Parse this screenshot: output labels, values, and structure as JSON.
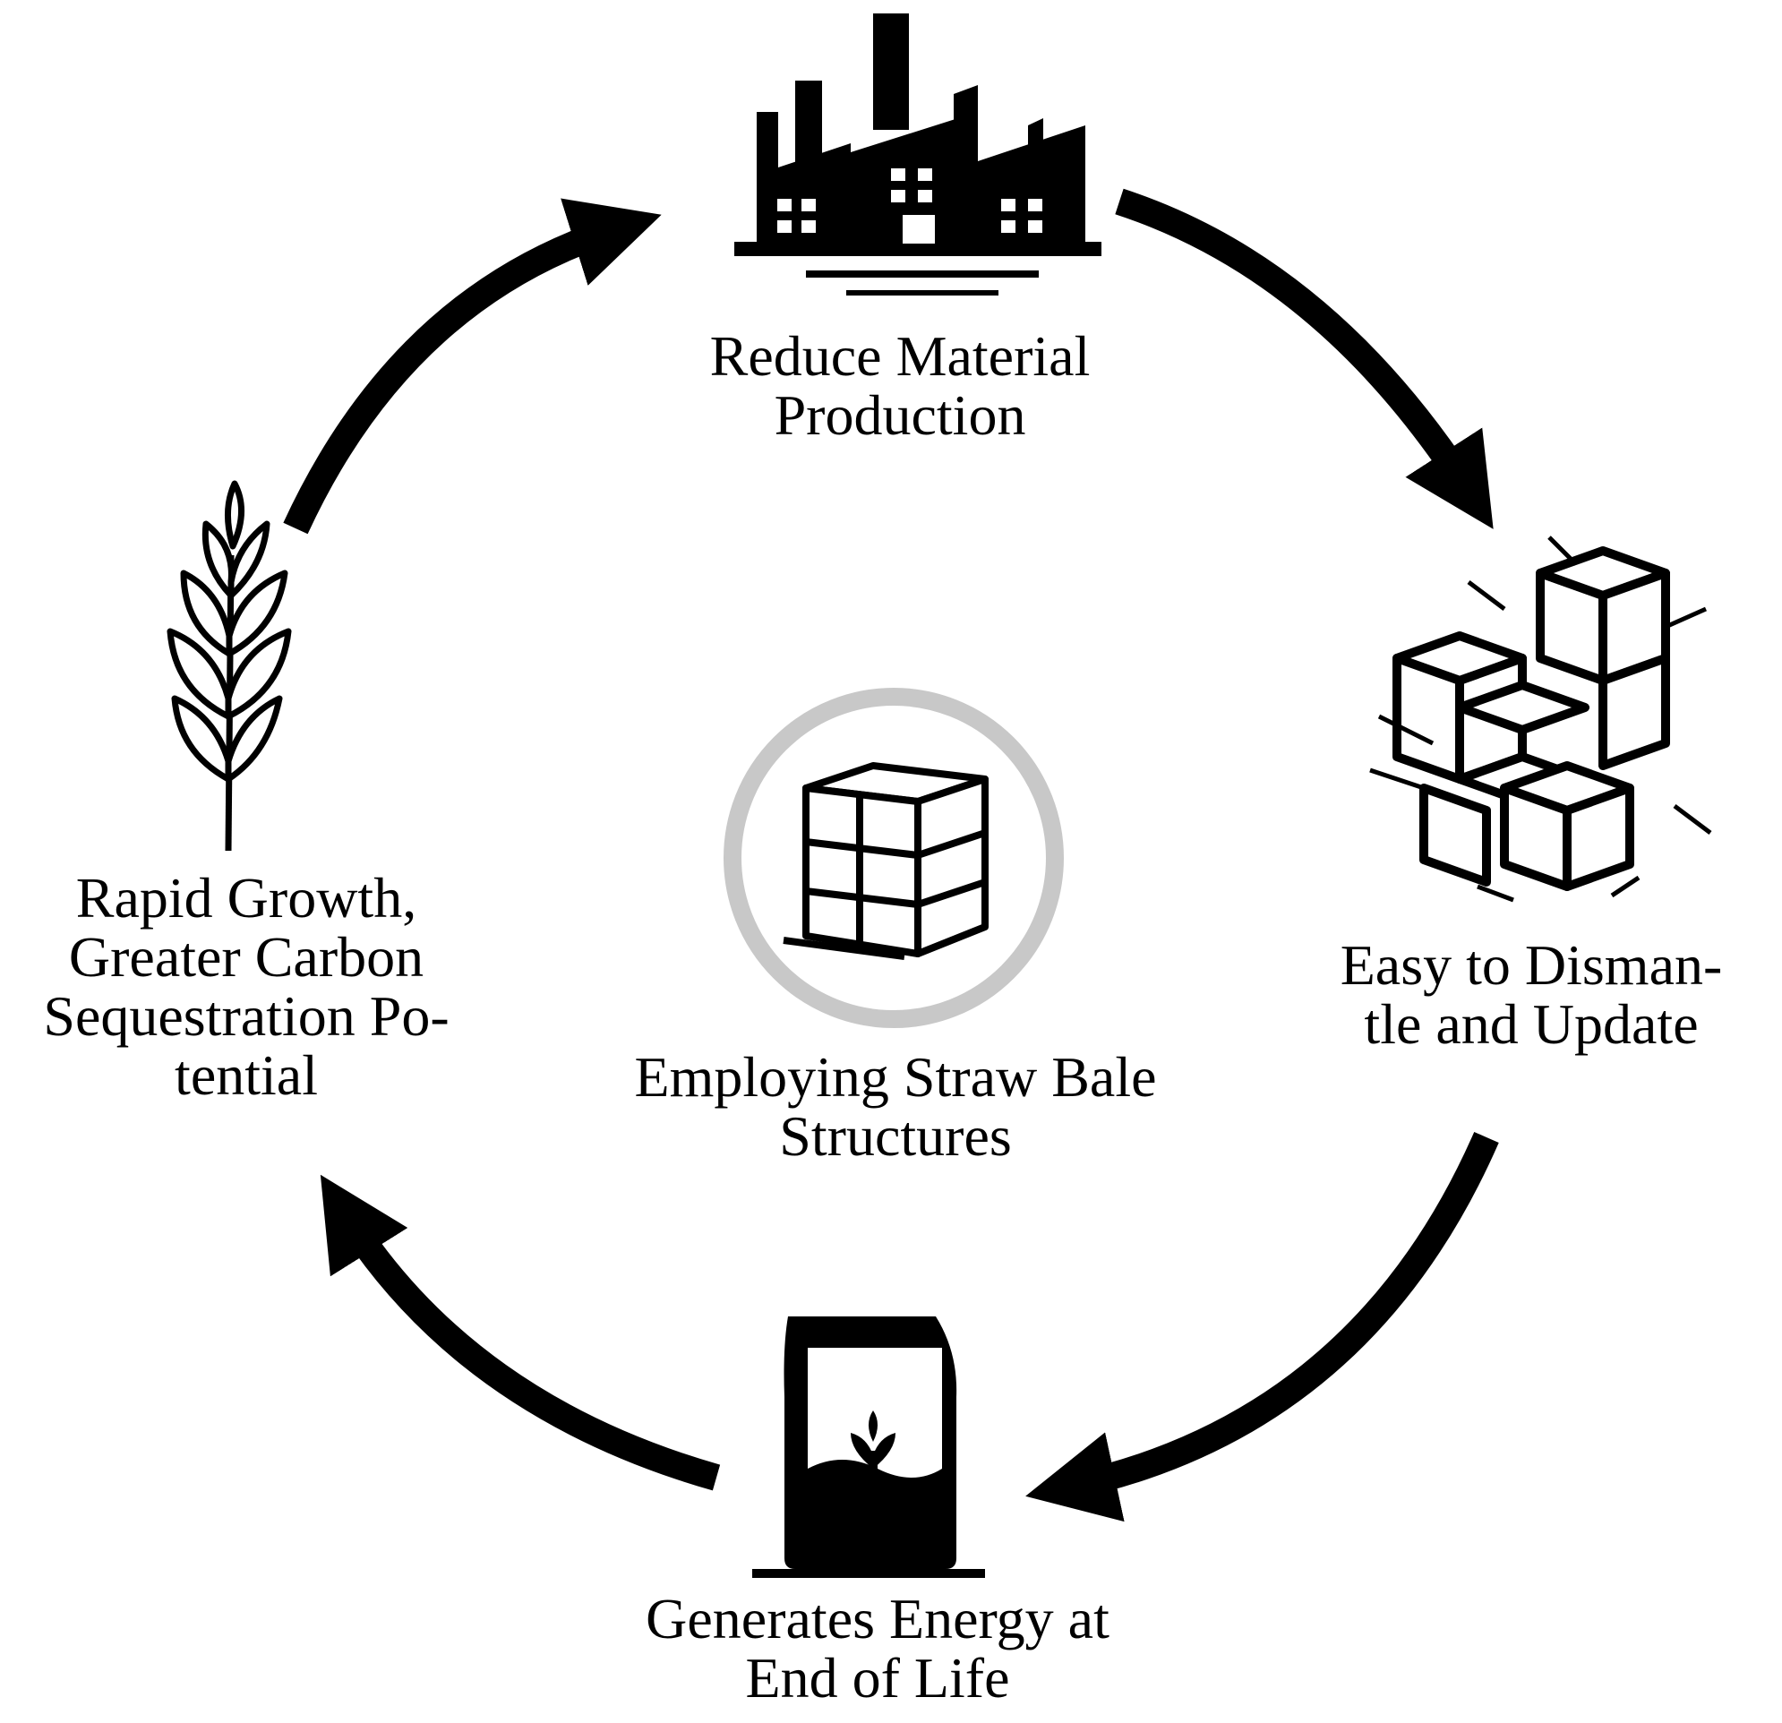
{
  "colors": {
    "ink": "#000000",
    "ring": "#c8c8c8",
    "background": "#ffffff"
  },
  "nodes": {
    "top": {
      "icon": "factory-icon",
      "lines": [
        "Reduce Material",
        "Production"
      ]
    },
    "right": {
      "icon": "straw-bales-icon",
      "lines": [
        "Easy to Disman-",
        "tle and Update"
      ]
    },
    "bottom": {
      "icon": "compost-bag-icon",
      "lines": [
        "Generates Energy at",
        "End of Life"
      ]
    },
    "left": {
      "icon": "wheat-icon",
      "lines": [
        "Rapid Growth,",
        "Greater Carbon",
        "Sequestration Po-",
        "tential"
      ]
    },
    "center": {
      "icon": "straw-bale-icon",
      "lines": [
        "Employing Straw Bale",
        "Structures"
      ]
    }
  },
  "cycle": [
    "top",
    "right",
    "bottom",
    "left"
  ]
}
